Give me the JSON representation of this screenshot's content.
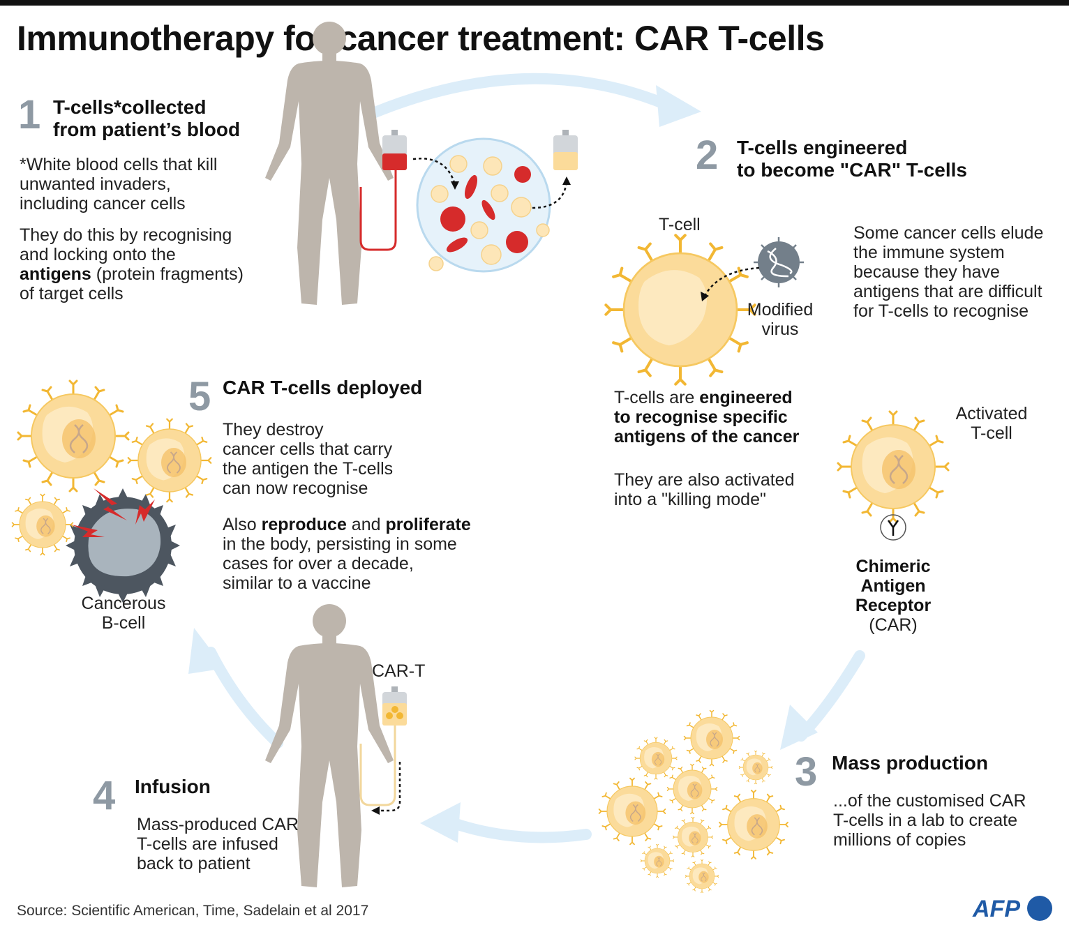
{
  "title": "Immunotherapy for cancer treatment: CAR T-cells",
  "steps": [
    {
      "num": "1",
      "heading": [
        "T-cells*collected",
        "from patient’s blood"
      ],
      "footnote": [
        "*White blood cells that kill",
        "unwanted invaders,",
        "including cancer cells"
      ],
      "text": {
        "l1": "They do this by recognising",
        "l2": "and locking onto the",
        "l3_bold": "antigens",
        "l3_rest": " (protein fragments)",
        "l4": "of target cells"
      }
    },
    {
      "num": "2",
      "heading": [
        "T-cells engineered",
        "to become \"CAR\" T-cells"
      ],
      "side_text": [
        "Some cancer cells elude",
        "the immune system",
        "because they have",
        "antigens that are difficult",
        "for T-cells to recognise"
      ],
      "engineered": {
        "l1_plain": "T-cells are ",
        "l1_bold": "engineered",
        "l2_bold": "to recognise specific",
        "l3_bold": "antigens of the cancer"
      },
      "activated_text": [
        "They are also activated",
        "into a \"killing mode\""
      ]
    },
    {
      "num": "3",
      "heading": "Mass production",
      "text": [
        "...of the customised CAR",
        "T-cells in a lab to create",
        "millions of copies"
      ]
    },
    {
      "num": "4",
      "heading": "Infusion",
      "text": [
        "Mass-produced CAR",
        "T-cells are infused",
        "back to patient"
      ]
    },
    {
      "num": "5",
      "heading": "CAR T-cells deployed",
      "text": [
        "They destroy",
        "cancer cells that carry",
        "the antigen the T-cells",
        "can now recognise"
      ],
      "text2": {
        "l1_plain": "Also ",
        "l1_bold1": "reproduce",
        "l1_mid": " and ",
        "l1_bold2": "proliferate",
        "l2": "in  the body, persisting in some",
        "l3": "cases for over a decade,",
        "l4": "similar to a vaccine"
      }
    }
  ],
  "labels": {
    "tcell": "T-cell",
    "virus": [
      "Modified",
      "virus"
    ],
    "activated": [
      "Activated",
      "T-cell"
    ],
    "car_bold": [
      "Chimeric",
      "Antigen",
      "Receptor"
    ],
    "car_abbr": "(CAR)",
    "cancerous": [
      "Cancerous",
      "B-cell"
    ],
    "cart": "CAR-T"
  },
  "source": "Source: Scientific American, Time, Sadelain et al 2017",
  "logo": "AFP",
  "colors": {
    "number": "#8e99a3",
    "arrow": "#dcedf9",
    "silhouette": "#bdb5ac",
    "cell": "#fbdb9a",
    "cell_spike": "#f2b733",
    "blood": "#d62b2b",
    "cancer": "#4d5660",
    "afp": "#1f5aa6"
  }
}
